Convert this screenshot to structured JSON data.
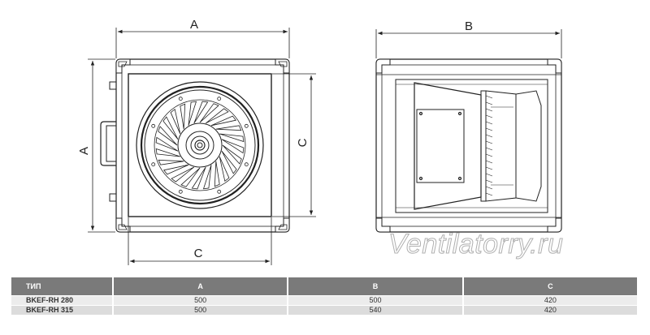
{
  "dimensions": {
    "a": "A",
    "b": "B",
    "c": "C"
  },
  "watermark": "Ventilatorry.ru",
  "table": {
    "headers": [
      "ТИП",
      "A",
      "B",
      "C"
    ],
    "rows": [
      [
        "BKEF-RH 280",
        "500",
        "500",
        "420"
      ],
      [
        "BKEF-RH 315",
        "500",
        "540",
        "420"
      ]
    ]
  }
}
